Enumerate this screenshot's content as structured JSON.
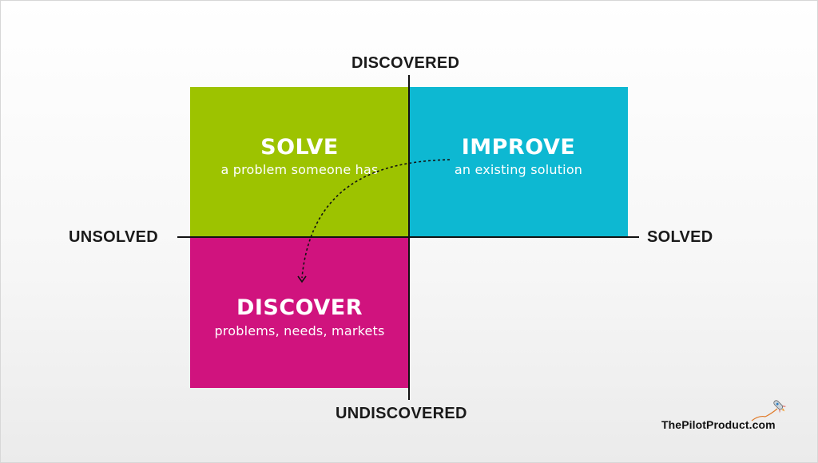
{
  "axes": {
    "top": "DISCOVERED",
    "bottom": "UNDISCOVERED",
    "left": "UNSOLVED",
    "right": "SOLVED"
  },
  "quadrants": {
    "solve": {
      "title": "SOLVE",
      "subtitle": "a problem someone has",
      "color": "#9dc300"
    },
    "improve": {
      "title": "IMPROVE",
      "subtitle": "an existing solution",
      "color": "#0db8d2"
    },
    "discover": {
      "title": "DISCOVER",
      "subtitle": "problems, needs, markets",
      "color": "#d0137e"
    }
  },
  "brand": {
    "name": "ThePilotProduct.com",
    "icon": "rocket-icon"
  }
}
